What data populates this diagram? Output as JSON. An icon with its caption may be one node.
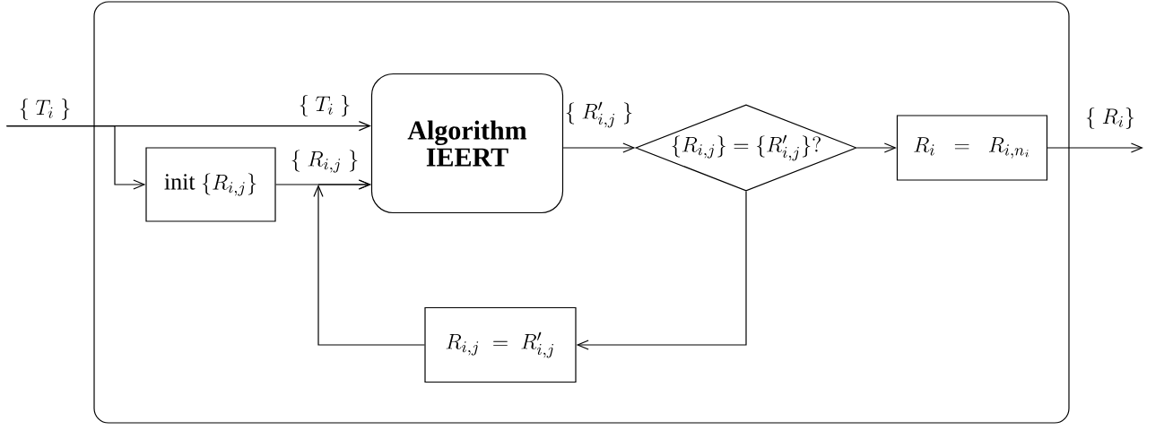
{
  "diagram": {
    "nodes": [
      {
        "text": [
          "\\{\\; T_i \\;\\}"
        ]
      },
      {
        "text": [],
        "shape": "box"
      },
      {
        "text": [
          "Algorithm IEERT"
        ],
        "in": 1
      },
      {
        "text": [
          "\\mathrm{init}\\ \\{R_{i,j}\\}"
        ],
        "in": 1
      },
      {
        "text": [
          "\\{R_{i,j}\\} = \\{R'_{i,j}\\}?"
        ],
        "in": 1
      },
      {
        "text": [
          "R_i \\;\\;=\\;\\; R_{i,n_i}"
        ],
        "in": 1
      },
      {
        "text": [
          "R_{i,j} \\;=\\; R'_{i,j}"
        ],
        "in": 1
      }
    ],
    "edges": [
      {
        "from": 0,
        "to": 2,
        "arrow": "to",
        "label": "\\{\\; T_i \\;\\}"
      },
      {
        "from": 0,
        "to": 3,
        "arrow": "to"
      },
      {
        "from": 3,
        "to": 2,
        "arrow": "to",
        "label": "\\{\\; R_{i,j} \\;\\}"
      },
      {
        "from": 2,
        "to": 4,
        "arrow": "to",
        "label": "\\{\\; R'_{i,j} \\;\\}"
      },
      {
        "from": 4,
        "to": 5,
        "arrow": "to"
      },
      {
        "from": 5,
        "to": null,
        "arrow": "to",
        "label": "\\{\\; R_i \\}"
      },
      {
        "from": 4,
        "to": 6,
        "arrow": "to"
      },
      {
        "from": 6,
        "to": 2,
        "arrow": "to"
      }
    ]
  }
}
